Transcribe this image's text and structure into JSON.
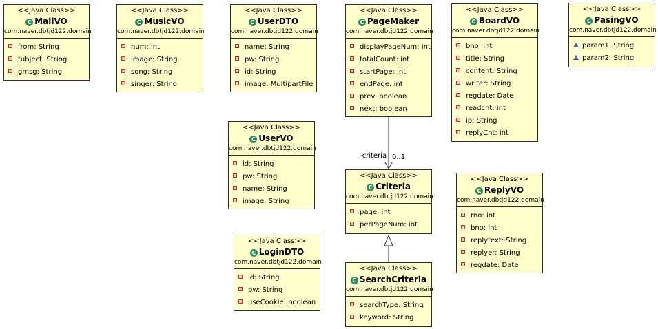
{
  "classes": {
    "mailvo": {
      "stereotype": "<<Java Class>>",
      "name": "MailVO",
      "package": "com.naver.dbtjd122.domain",
      "attributes": [
        {
          "text": "from: String",
          "visibility": "private"
        },
        {
          "text": "tubject: String",
          "visibility": "private"
        },
        {
          "text": "gmsg: String",
          "visibility": "private"
        }
      ]
    },
    "musicvo": {
      "stereotype": "<<Java Class>>",
      "name": "MusicVO",
      "package": "com.naver.dbtjd122.domain",
      "attributes": [
        {
          "text": "num: int",
          "visibility": "private"
        },
        {
          "text": "image: String",
          "visibility": "private"
        },
        {
          "text": "song: String",
          "visibility": "private"
        },
        {
          "text": "singer: String",
          "visibility": "private"
        }
      ]
    },
    "userdto": {
      "stereotype": "<<Java Class>>",
      "name": "UserDTO",
      "package": "com.naver.dbtjd122.domain",
      "attributes": [
        {
          "text": "name: String",
          "visibility": "private"
        },
        {
          "text": "pw: String",
          "visibility": "private"
        },
        {
          "text": "id: String",
          "visibility": "private"
        },
        {
          "text": "image: MultipartFile",
          "visibility": "private"
        }
      ]
    },
    "pagemaker": {
      "stereotype": "<<Java Class>>",
      "name": "PageMaker",
      "package": "com.naver.dbtjd122.domain",
      "attributes": [
        {
          "text": "displayPageNum: int",
          "visibility": "private"
        },
        {
          "text": "totalCount: int",
          "visibility": "private"
        },
        {
          "text": "startPage: int",
          "visibility": "private"
        },
        {
          "text": "endPage: int",
          "visibility": "private"
        },
        {
          "text": "prev: boolean",
          "visibility": "private"
        },
        {
          "text": "next: boolean",
          "visibility": "private"
        }
      ]
    },
    "boardvo": {
      "stereotype": "<<Java Class>>",
      "name": "BoardVO",
      "package": "com.naver.dbtjd122.domain",
      "attributes": [
        {
          "text": "bno: int",
          "visibility": "private"
        },
        {
          "text": "title: String",
          "visibility": "private"
        },
        {
          "text": "content: String",
          "visibility": "private"
        },
        {
          "text": "writer: String",
          "visibility": "private"
        },
        {
          "text": "regdate: Date",
          "visibility": "private"
        },
        {
          "text": "readcnt: int",
          "visibility": "private"
        },
        {
          "text": "ip: String",
          "visibility": "private"
        },
        {
          "text": "replyCnt: int",
          "visibility": "private"
        }
      ]
    },
    "pasingvo": {
      "stereotype": "<<Java Class>>",
      "name": "PasingVO",
      "package": "com.naver.dbtjd122.domain",
      "attributes": [
        {
          "text": "param1: String",
          "visibility": "package"
        },
        {
          "text": "param2: String",
          "visibility": "package"
        }
      ]
    },
    "uservo": {
      "stereotype": "<<Java Class>>",
      "name": "UserVO",
      "package": "com.naver.dbtjd122.domain",
      "attributes": [
        {
          "text": "id: String",
          "visibility": "private"
        },
        {
          "text": "pw: String",
          "visibility": "private"
        },
        {
          "text": "name: String",
          "visibility": "private"
        },
        {
          "text": "image: String",
          "visibility": "private"
        }
      ]
    },
    "criteria": {
      "stereotype": "<<Java Class>>",
      "name": "Criteria",
      "package": "com.naver.dbtjd122.domain",
      "attributes": [
        {
          "text": "page: int",
          "visibility": "private"
        },
        {
          "text": "perPageNum: int",
          "visibility": "private"
        }
      ]
    },
    "replyvo": {
      "stereotype": "<<Java Class>>",
      "name": "ReplyVO",
      "package": "com.naver.dbtjd122.domain",
      "attributes": [
        {
          "text": "rno: int",
          "visibility": "private"
        },
        {
          "text": "bno: int",
          "visibility": "private"
        },
        {
          "text": "replytext: String",
          "visibility": "private"
        },
        {
          "text": "replyer: String",
          "visibility": "private"
        },
        {
          "text": "regdate: Date",
          "visibility": "private"
        }
      ]
    },
    "logindto": {
      "stereotype": "<<Java Class>>",
      "name": "LoginDTO",
      "package": "com.naver.dbtjd122.domain",
      "attributes": [
        {
          "text": "id: String",
          "visibility": "private"
        },
        {
          "text": "pw: String",
          "visibility": "private"
        },
        {
          "text": "useCookie: boolean",
          "visibility": "private"
        }
      ]
    },
    "searchcriteria": {
      "stereotype": "<<Java Class>>",
      "name": "SearchCriteria",
      "package": "com.naver.dbtjd122.domain",
      "attributes": [
        {
          "text": "searchType: String",
          "visibility": "private"
        },
        {
          "text": "keyword: String",
          "visibility": "private"
        }
      ]
    }
  },
  "class_icon": "class-c-icon",
  "relations": {
    "association": {
      "from": "PageMaker",
      "to": "Criteria",
      "role": "-criteria",
      "multiplicity": "0..1"
    },
    "generalization": {
      "from": "SearchCriteria",
      "to": "Criteria"
    }
  },
  "colors": {
    "class_fill": "#ffffcc",
    "border": "#2b2b2b",
    "icon": "#2e8b57"
  }
}
